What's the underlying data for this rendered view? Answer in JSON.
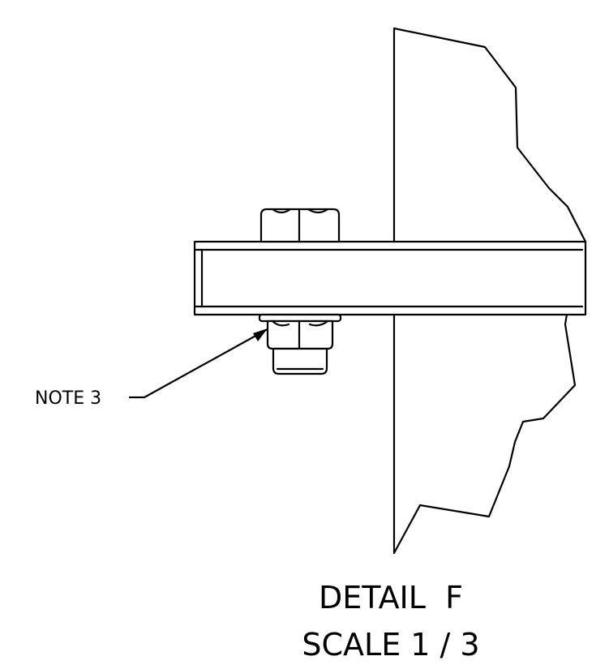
{
  "callout": {
    "text": "NOTE 3"
  },
  "detail": {
    "title": "DETAIL  F",
    "scale": "SCALE 1 / 3"
  }
}
